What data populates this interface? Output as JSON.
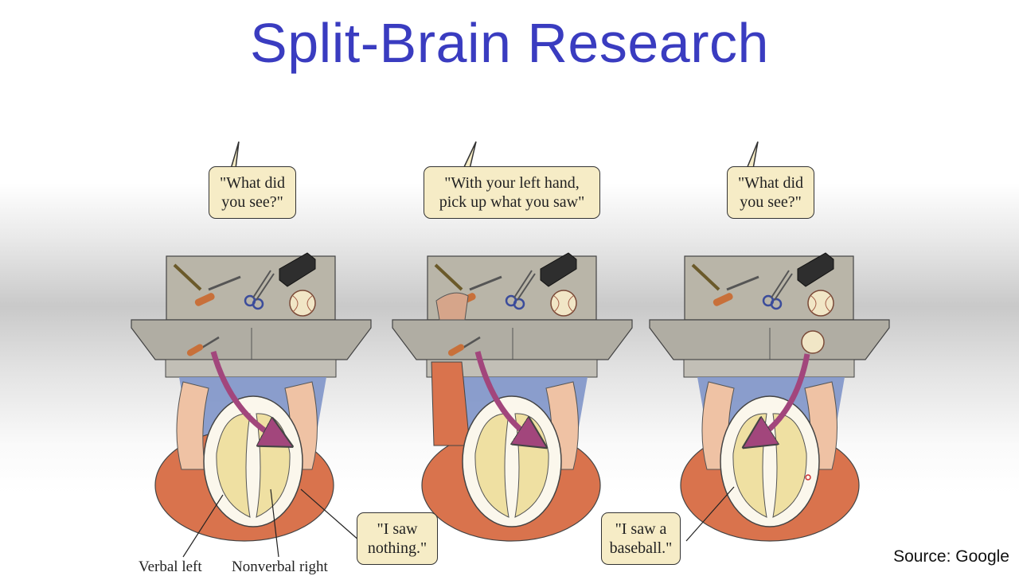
{
  "slide": {
    "title": "Split-Brain Research",
    "source": "Source: Google"
  },
  "panels": [
    {
      "speech": "\"What did\nyou see?\"",
      "reply": "\"I saw\nnothing.\""
    },
    {
      "speech": "\"With your left hand,\npick up what you saw\""
    },
    {
      "speech": "\"What did\nyou see?\"",
      "reply": "\"I saw a\nbaseball.\""
    }
  ],
  "labels": {
    "verbal_left": "Verbal left",
    "nonverbal_right": "Nonverbal right"
  },
  "colors": {
    "title": "#3a3cc0",
    "bubble_fill": "#f6ecc6",
    "table": "#b9b5a8",
    "shirt": "#d9734d",
    "brain": "#efe0a2",
    "arrow": "#a2467c",
    "jeans": "#7f95c9",
    "skin": "#efc2a4"
  }
}
